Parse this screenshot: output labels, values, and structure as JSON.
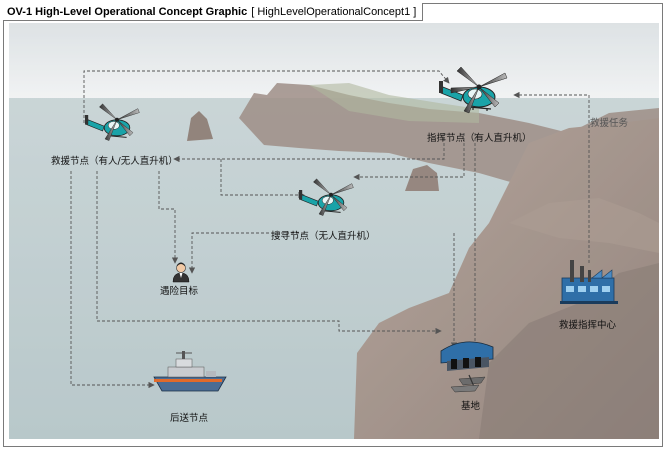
{
  "header": {
    "title": "OV-1 High-Level Operational Concept Graphic",
    "name": "[ HighLevelOperationalConcept1 ]"
  },
  "nodes": {
    "command": "指挥节点（有人直升机）",
    "rescue": "救援节点（有人/无人直升机）",
    "search": "搜寻节点（无人直升机）",
    "victim": "遇险目标",
    "center": "救援指挥中心",
    "base": "基地",
    "transport": "后送节点"
  },
  "links": {
    "rescue_task": "救援任务"
  },
  "colors": {
    "sea": "#b7c6c8",
    "sky": "#e4e8ea",
    "cliff": "#8e7c72",
    "helicopter_body": "#1aa3a8",
    "building": "#2f6fa8",
    "ship_hull": "#4a6c94",
    "connector": "#555555"
  }
}
